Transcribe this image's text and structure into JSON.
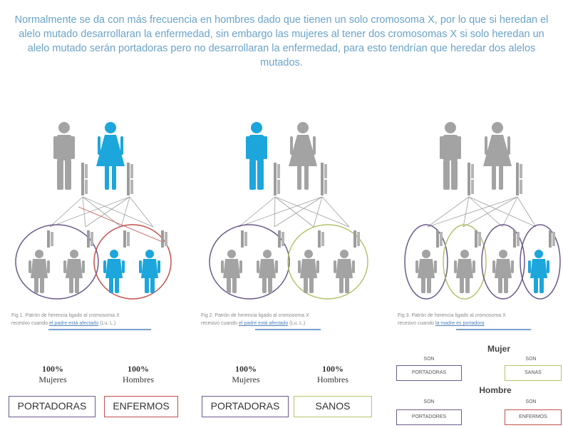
{
  "intro": "Normalmente se da con más frecuencia en hombres dado que tienen un solo cromosoma X, por lo que si heredan el alelo mutado desarrollaran la enfermedad, sin embargo las mujeres al tener dos cromosomas X si solo heredan un alelo mutado serán portadoras pero no desarrollaran la enfermedad, para esto tendrían que heredar dos alelos mutados.",
  "colors": {
    "affected": "#1ca6db",
    "unaffected": "#a3a3a3",
    "text": "#6aa3c8",
    "purple": "#6b5a8c",
    "red": "#c0504d",
    "green": "#b8c26a"
  },
  "panel1": {
    "caption_a": "Fig 1. Patrón de herencia ligado al cromosoma X",
    "caption_b": "recesivo cuando",
    "caption_link": "el padre está afectado",
    "caption_c": "(Lu, L.)",
    "pct_left": "100%",
    "sub_left": "Mujeres",
    "pct_right": "100%",
    "sub_right": "Hombres",
    "box_left": "PORTADORAS",
    "box_right": "ENFERMOS"
  },
  "panel2": {
    "caption_a": "Fig 2. Patrón de herencia ligado al cromosoma X",
    "caption_b": "recesivo cuando",
    "caption_link": "el padre está afectado",
    "caption_c": "(Lu, L.)",
    "pct_left": "100%",
    "sub_left": "Mujeres",
    "pct_right": "100%",
    "sub_right": "Hombres",
    "box_left": "PORTADORAS",
    "box_right": "SANOS"
  },
  "panel3": {
    "caption_a": "Fig 3. Patrón de herencia ligado al cromosoma X",
    "caption_b": "recesivo cuando",
    "caption_link": "la madre es portadora",
    "mujer": "Mujer",
    "hombre": "Hombre",
    "son1": "SON",
    "son2": "SON",
    "son3": "SON",
    "son4": "SON",
    "b1": "PORTADORAS",
    "b2": "SANAS",
    "b3": "PORTADORES",
    "b4": "ENFERMOS"
  }
}
